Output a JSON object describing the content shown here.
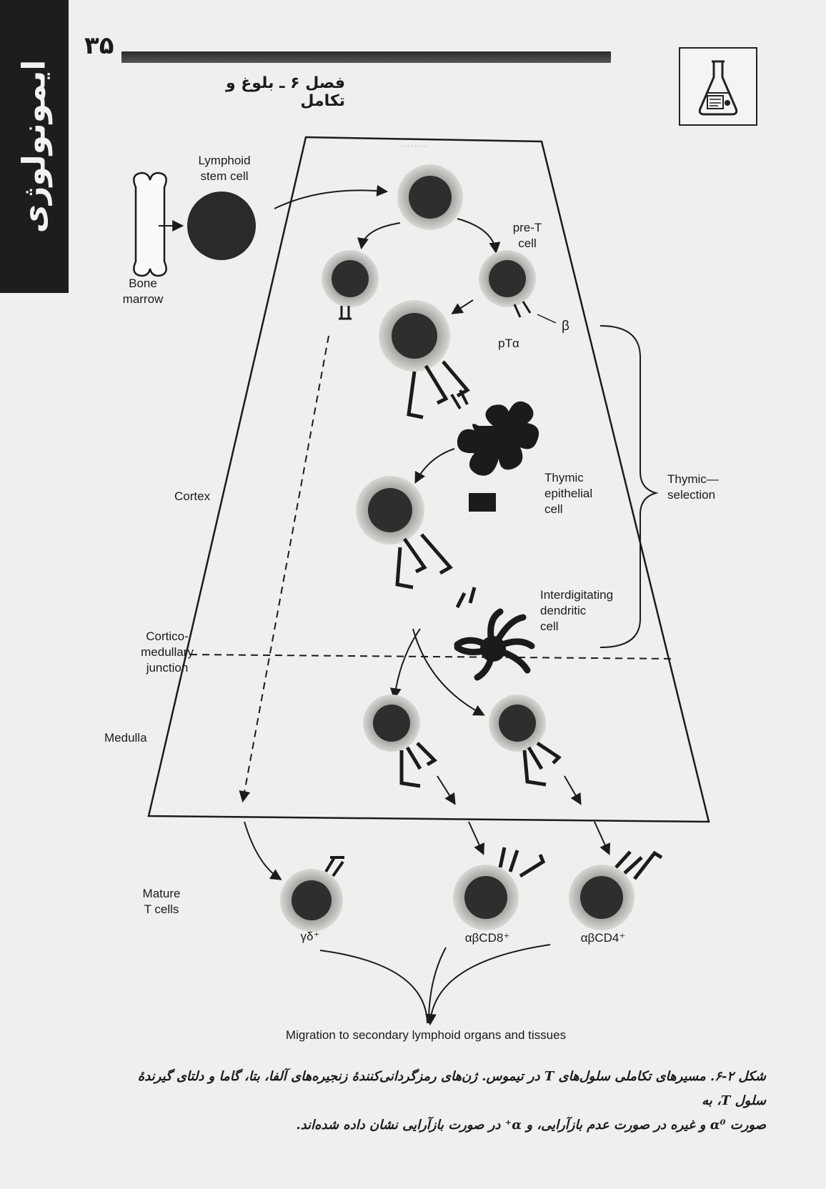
{
  "header": {
    "page_number": "۳۵",
    "chapter_title": "فصل ۶ ـ بلوغ و تکامل",
    "side_tab": "ایمونولوژی"
  },
  "labels": {
    "lymphoid_stem_cell": [
      "Lymphoid",
      "stem cell"
    ],
    "bone_marrow": [
      "Bone",
      "marrow"
    ],
    "pre_t_cell": [
      "pre-T",
      "cell"
    ],
    "beta": "β",
    "pt_alpha": "pTα",
    "cortex": "Cortex",
    "thymic_epithelial_cell": [
      "Thymic",
      "epithelial",
      "cell"
    ],
    "thymic_selection": [
      "Thymic—",
      "selection"
    ],
    "interdigitating_dendritic_cell": [
      "Interdigitating",
      "dendritic",
      "cell"
    ],
    "cortico_medullary_junction": [
      "Cortico-",
      "medullary",
      "junction"
    ],
    "medulla": "Medulla",
    "mature_t_cells": [
      "Mature",
      "T cells"
    ],
    "gamma_delta": "γδ⁺",
    "ab_cd8": "αβCD8⁺",
    "ab_cd4": "αβCD4⁺",
    "migration": "Migration to secondary lymphoid organs and tissues"
  },
  "caption": {
    "line1": "شکل ۲-۶. مسیرهای تکاملی سلول‌های T در تیموس. ژن‌های رمزگردانی‌کنندهٔ زنجیره‌های آلفا، بتا، گاما و دلتای گیرندهٔ سلول T، به",
    "line2": "صورت α⁰ و غیره در صورت عدم بازآرایی، و α⁺ در صورت بازآرایی نشان داده شده‌اند."
  },
  "colors": {
    "ink": "#1b1b1b",
    "paper": "#efefed",
    "cell_halo": "#b9b9b6",
    "nucleus": "#2e2e2e"
  }
}
